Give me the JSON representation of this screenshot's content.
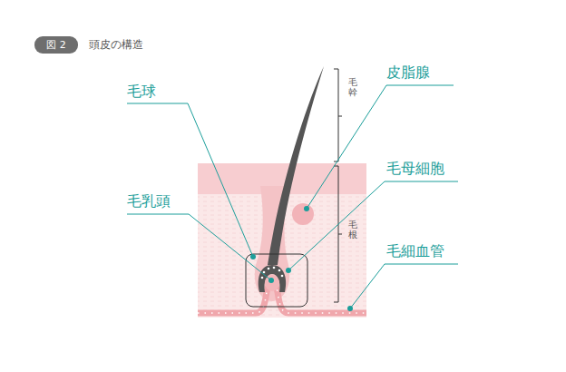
{
  "diagram": {
    "title": "頭皮の構造",
    "nodes": [
      {
        "text": [
          "図 2"
        ]
      }
    ],
    "labels": [
      "毛球",
      "毛乳頭",
      "皮脂腺",
      "毛母細胞",
      "毛細血管",
      "毛幹",
      "毛根"
    ]
  }
}
